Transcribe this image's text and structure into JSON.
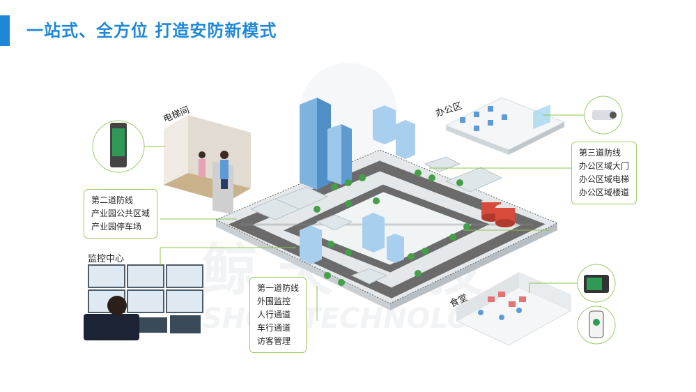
{
  "title": "一站式、全方位 打造安防新模式",
  "watermark": {
    "cn": "鲸 天 科 技",
    "en": "SHOU  TECHNOLOG"
  },
  "labels": {
    "elevator": "电梯间",
    "office": "办公区",
    "monitor": "监控中心",
    "canteen": "食堂"
  },
  "boxes": {
    "third": [
      "第三道防线",
      "办公区域大门",
      "办公区域电梯",
      "办公区域楼道"
    ],
    "second": [
      "第二道防线",
      "产业园公共区域",
      "产业园停车场"
    ],
    "first": [
      "第一道防线",
      "外围监控",
      "人行通道",
      "车行通道",
      "访客管理"
    ]
  },
  "colors": {
    "accent": "#1e88d6",
    "line": "#8bc34a",
    "road": "#6b6b6b",
    "tree": "#43a047"
  }
}
